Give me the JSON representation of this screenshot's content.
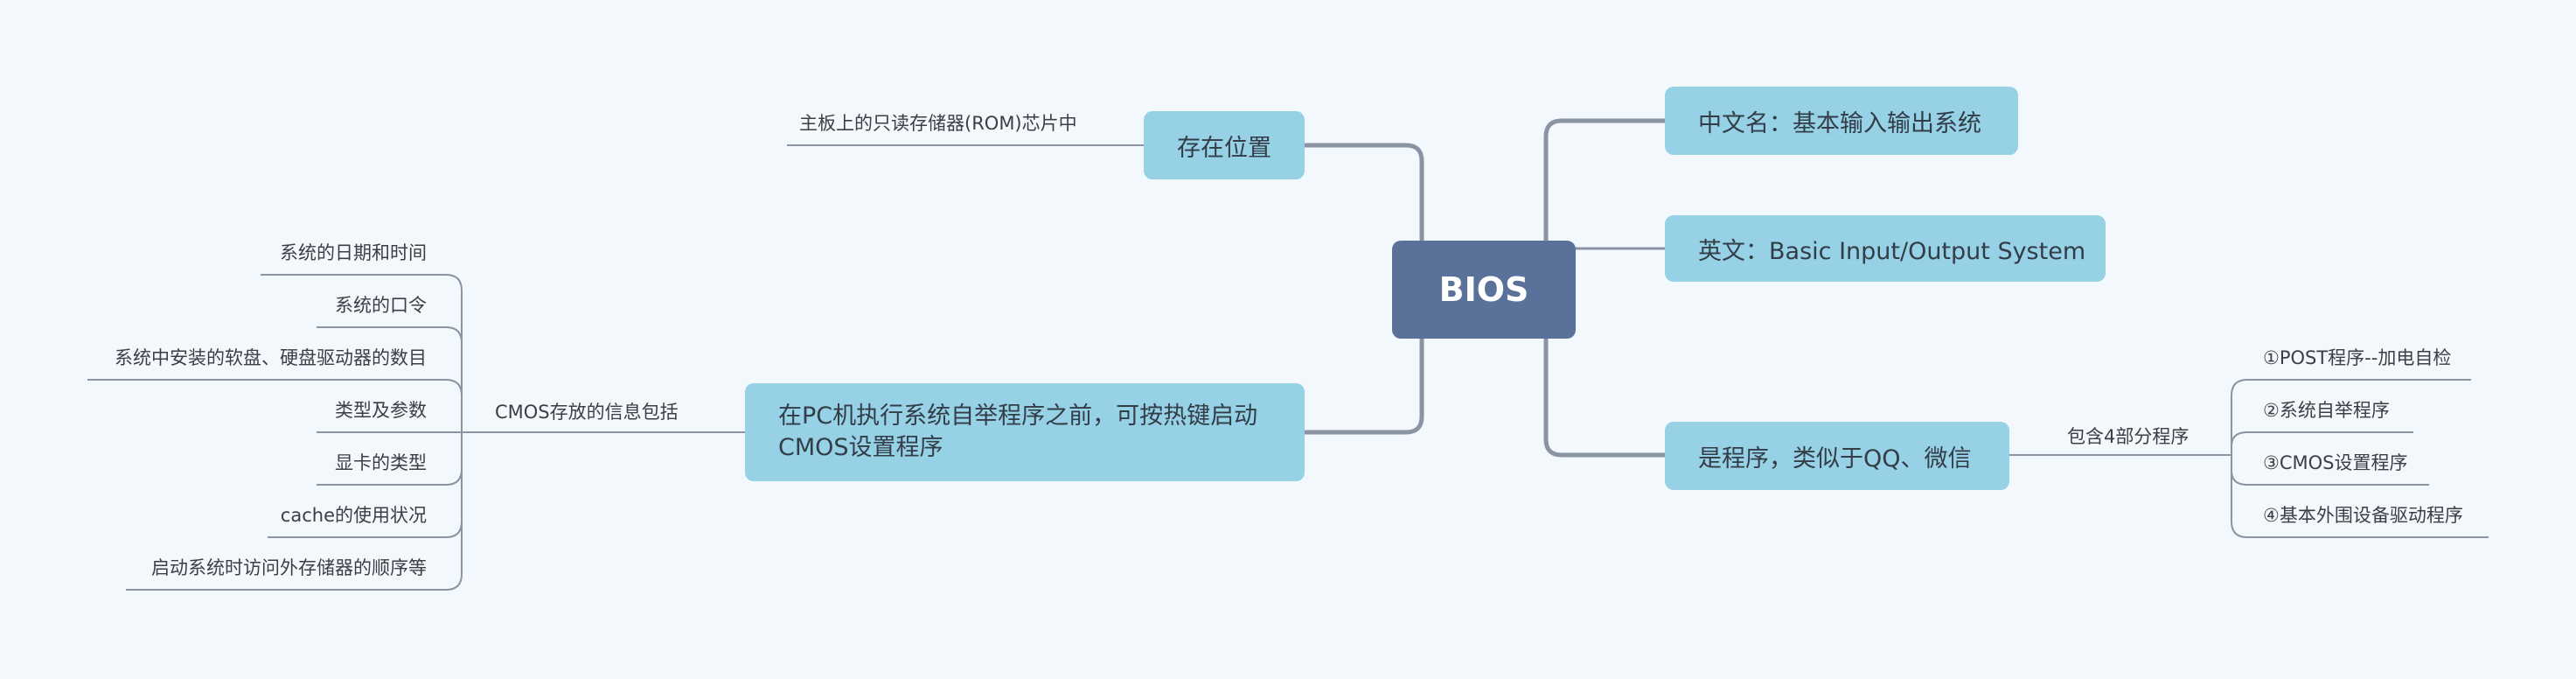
{
  "root": {
    "label": "BIOS"
  },
  "right_branches": [
    {
      "label": "中文名：基本输入输出系统"
    },
    {
      "label": "英文：Basic Input/Output System"
    },
    {
      "label": "是程序，类似于QQ、微信",
      "sub": {
        "label": "包含4部分程序",
        "items": [
          "①POST程序--加电自检",
          "②系统自举程序",
          "③CMOS设置程序",
          "④基本外围设备驱动程序"
        ]
      }
    }
  ],
  "left_branches": [
    {
      "label": "存在位置",
      "items": [
        "主板上的只读存储器(ROM)芯片中"
      ]
    },
    {
      "label": "在PC机执行系统自举程序之前，可按热键启动CMOS设置程序",
      "sub": {
        "label": "CMOS存放的信息包括",
        "items": [
          "系统的日期和时间",
          "系统的口令",
          "系统中安装的软盘、硬盘驱动器的数目",
          "类型及参数",
          "显卡的类型",
          "cache的使用状况",
          "启动系统时访问外存储器的顺序等"
        ]
      }
    }
  ],
  "colors": {
    "background": "#f3f8fc",
    "root_fill": "#5a7299",
    "topic_fill": "#96d1e6",
    "connector": "#8a94a4"
  }
}
